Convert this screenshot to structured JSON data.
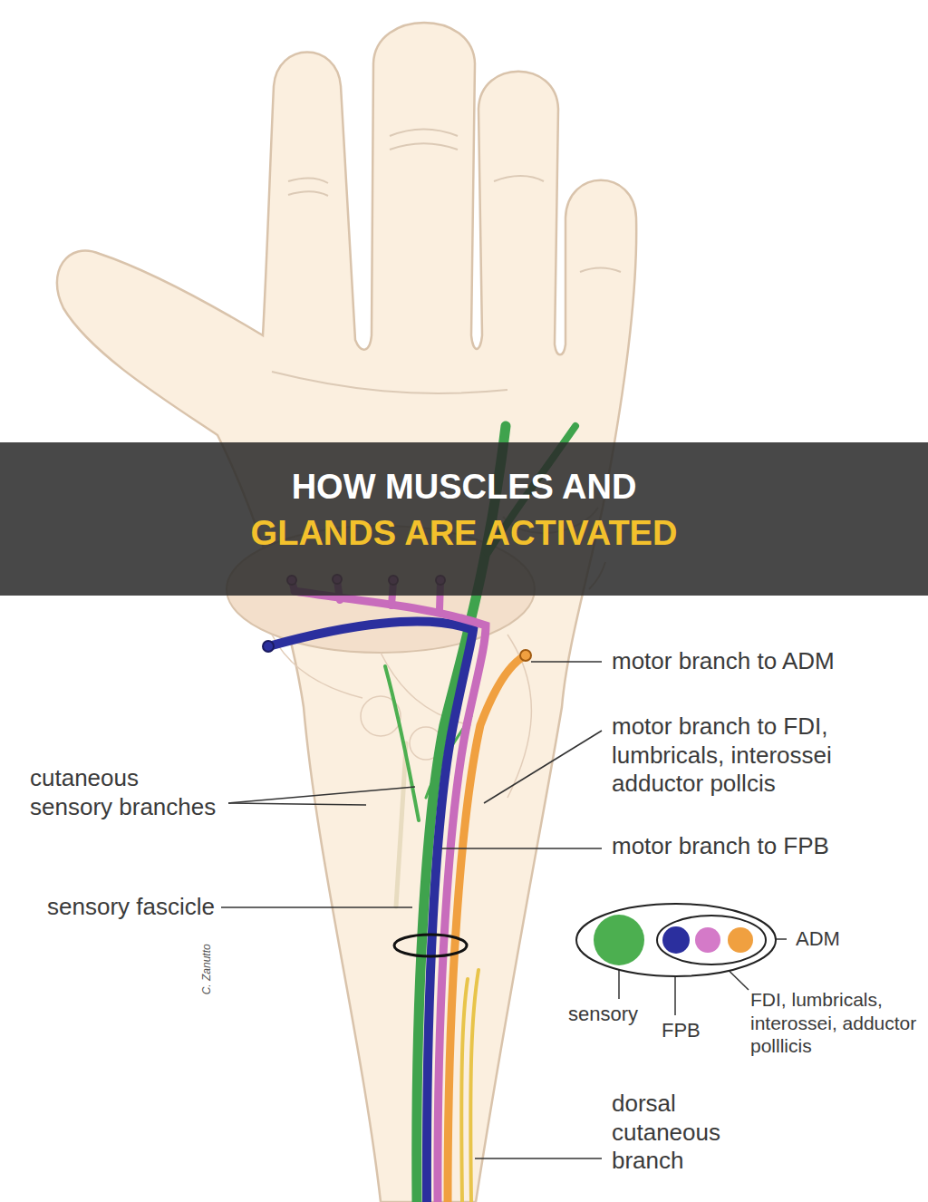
{
  "diagram": {
    "title": "HOW MUSCLES AND GLANDS ARE ACTIVATED",
    "labels": [
      "motor branch to ADM",
      "motor branch to FDI, lumbricals, interossei adductor pollcis",
      "motor branch to FPB",
      "cutaneous sensory branches",
      "sensory fascicle",
      "ADM",
      "sensory",
      "FPB",
      "FDI, lumbricals, interossei, adductor polllicis",
      "dorsal cutaneous branch",
      "C. Zanutto"
    ]
  }
}
